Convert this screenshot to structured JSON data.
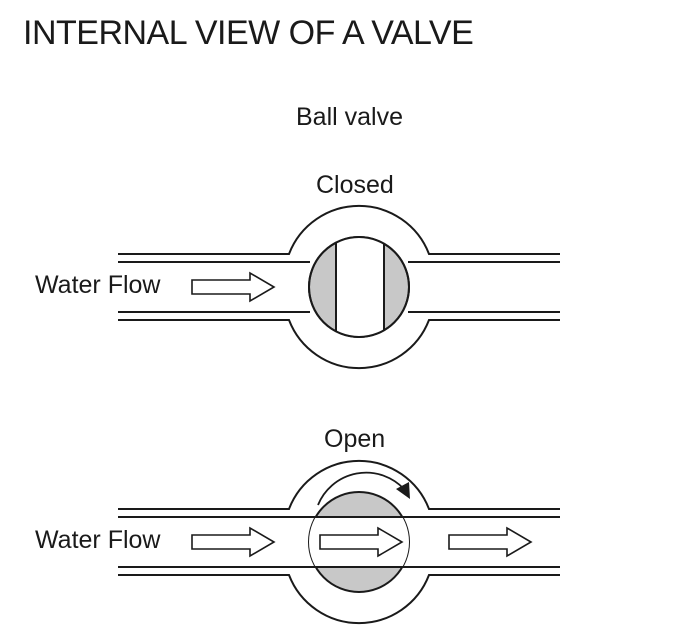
{
  "title": "INTERNAL VIEW OF A VALVE",
  "subtitle": "Ball valve",
  "closed": {
    "label": "Closed",
    "flow_label": "Water Flow"
  },
  "open": {
    "label": "Open",
    "flow_label": "Water Flow"
  },
  "colors": {
    "line": "#1a1a1a",
    "ball": "#c8c8c8",
    "background": "#ffffff"
  }
}
